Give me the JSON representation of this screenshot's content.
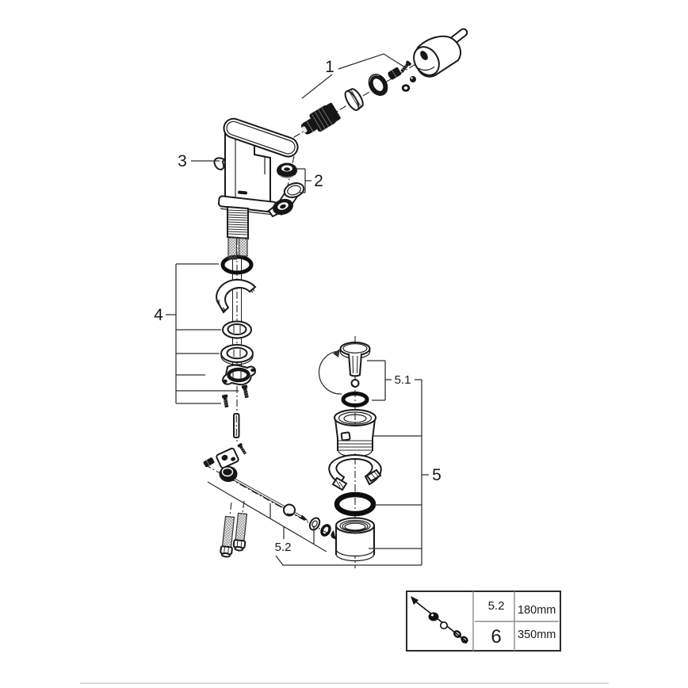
{
  "diagram": {
    "type": "exploded-parts-diagram",
    "callouts": {
      "c1": "1",
      "c2": "2",
      "c3": "3",
      "c4": "4",
      "c5": "5",
      "c51": "5.1",
      "c52": "5.2"
    },
    "colors": {
      "line": "#1a1a1a",
      "leader": "#2e2e2e",
      "background": "#ffffff",
      "table_grid": "#8c8c8c",
      "table_border": "#2b2b2b",
      "footer_divider": "#d9d9d9"
    }
  },
  "table": {
    "rows": [
      {
        "ref": "5.2",
        "length": "180mm"
      },
      {
        "ref": "6",
        "length": "350mm"
      }
    ]
  }
}
